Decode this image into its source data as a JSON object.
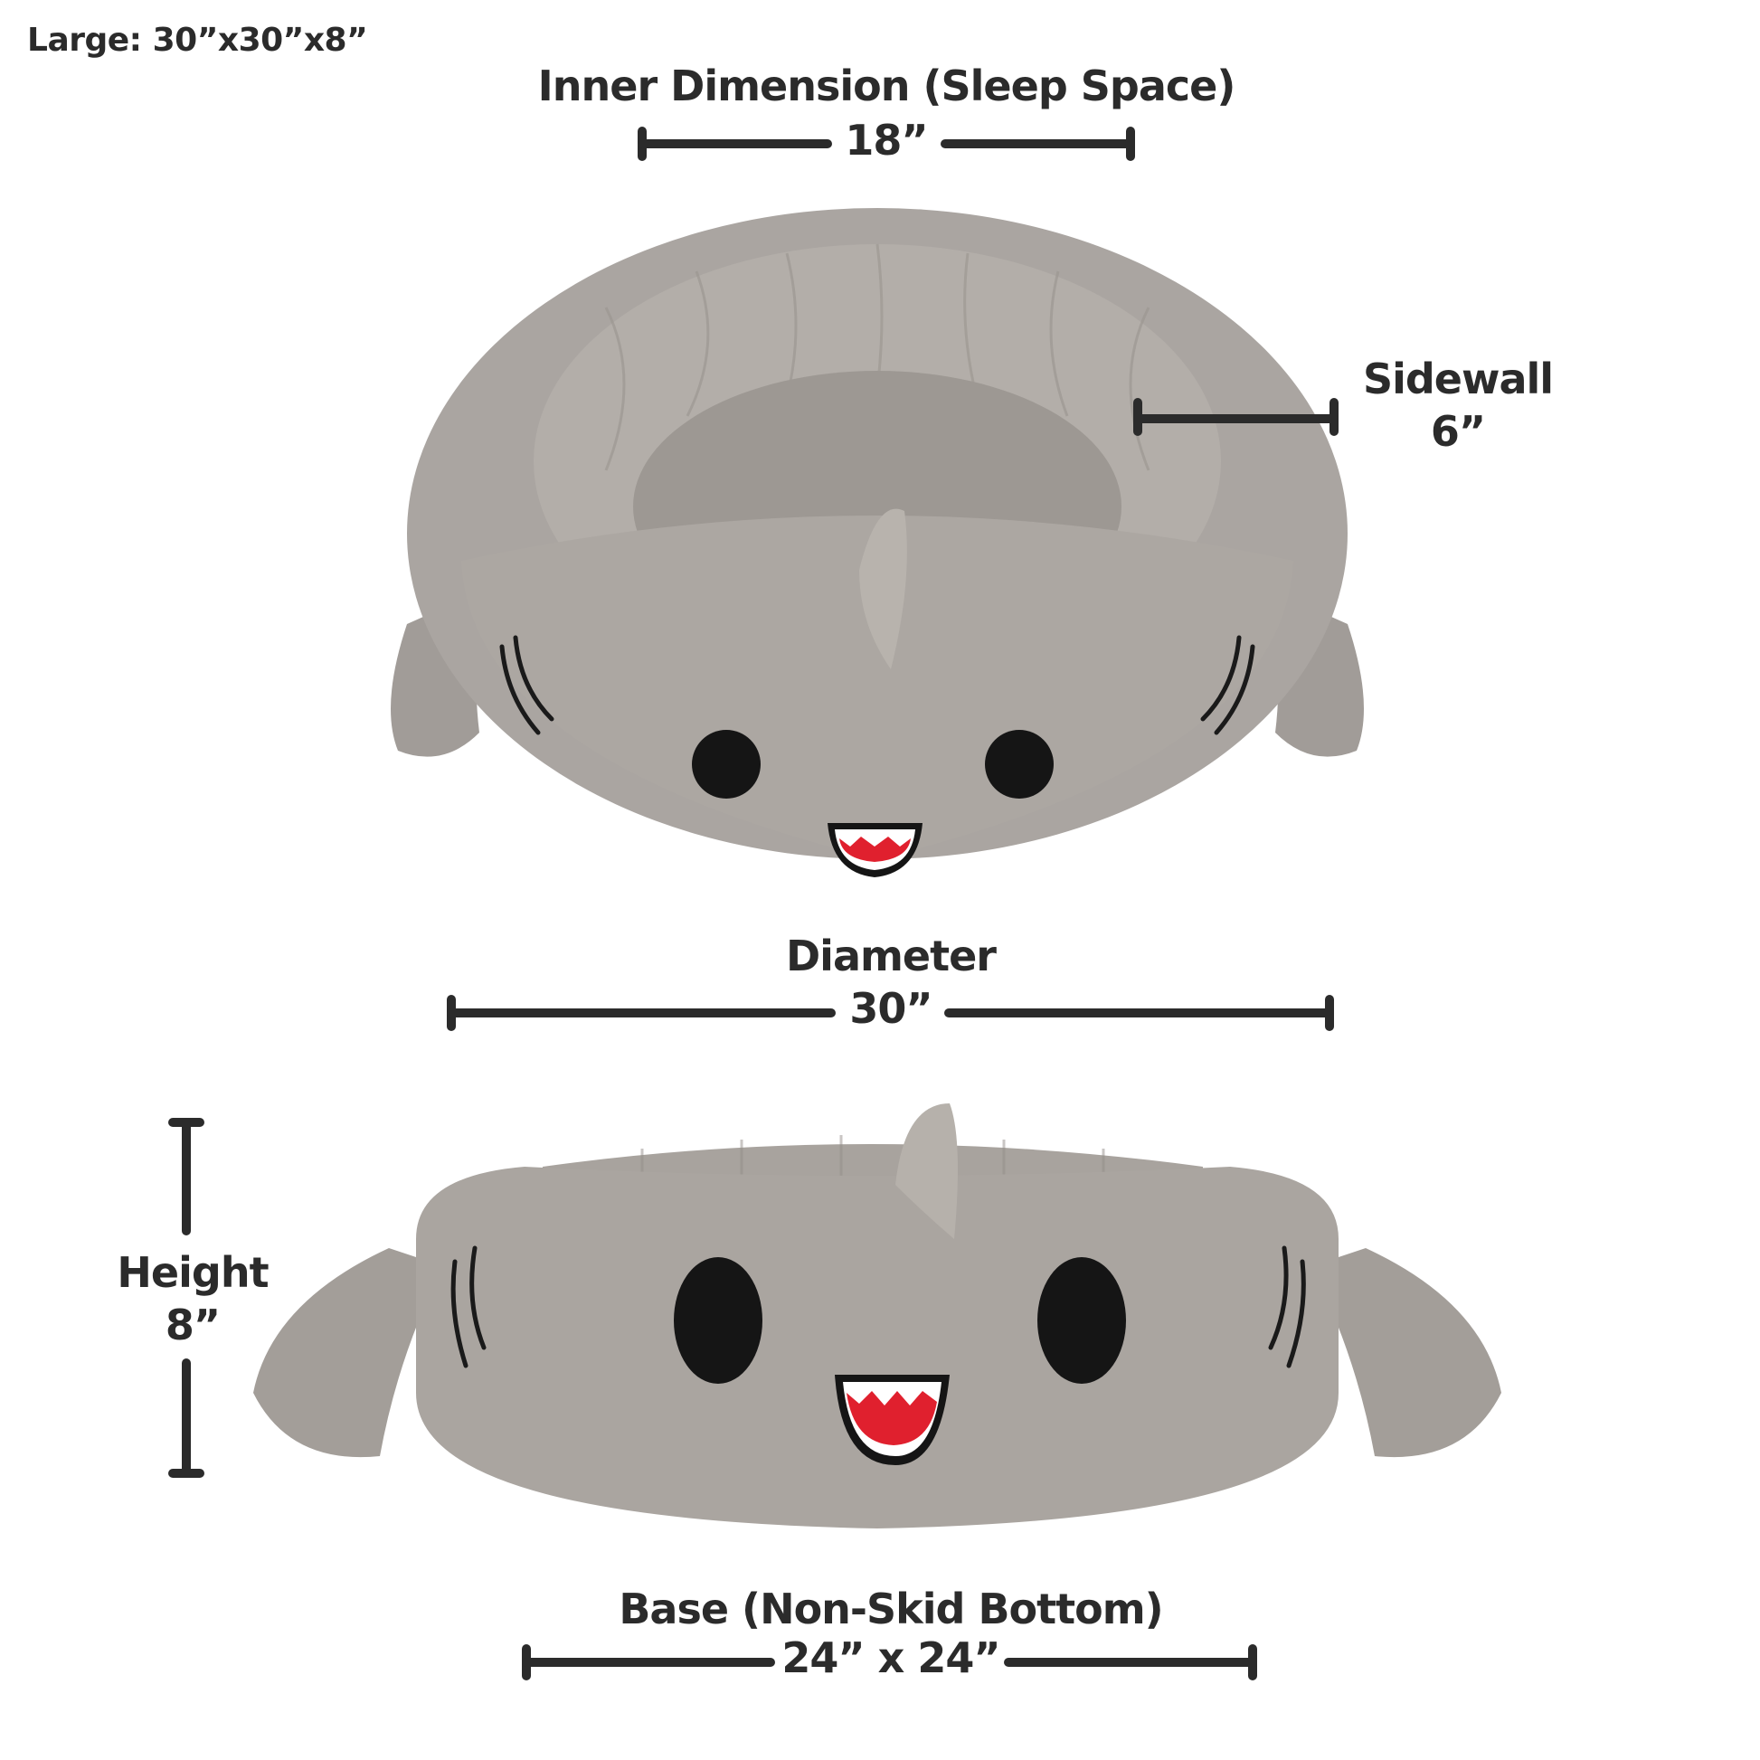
{
  "size_label": "Large: 30”x30”x8”",
  "measurements": {
    "inner": {
      "title": "Inner Dimension (Sleep Space)",
      "value": "18”"
    },
    "sidewall": {
      "title": "Sidewall",
      "value": "6”"
    },
    "diameter": {
      "title": "Diameter",
      "value": "30”"
    },
    "height": {
      "title": "Height",
      "value": "8”"
    },
    "base": {
      "title": "Base (Non-Skid Bottom)",
      "value": "24” x 24”"
    }
  },
  "product": {
    "name": "shark pet bed",
    "views": [
      "top-angle view",
      "front view"
    ]
  },
  "colors": {
    "text": "#2b2b2b",
    "plush_gray": "#a8a39f",
    "plush_inner": "#9c9792",
    "eye": "#151515",
    "mouth_red": "#e0202e",
    "teeth": "#ffffff",
    "background": "#ffffff"
  }
}
